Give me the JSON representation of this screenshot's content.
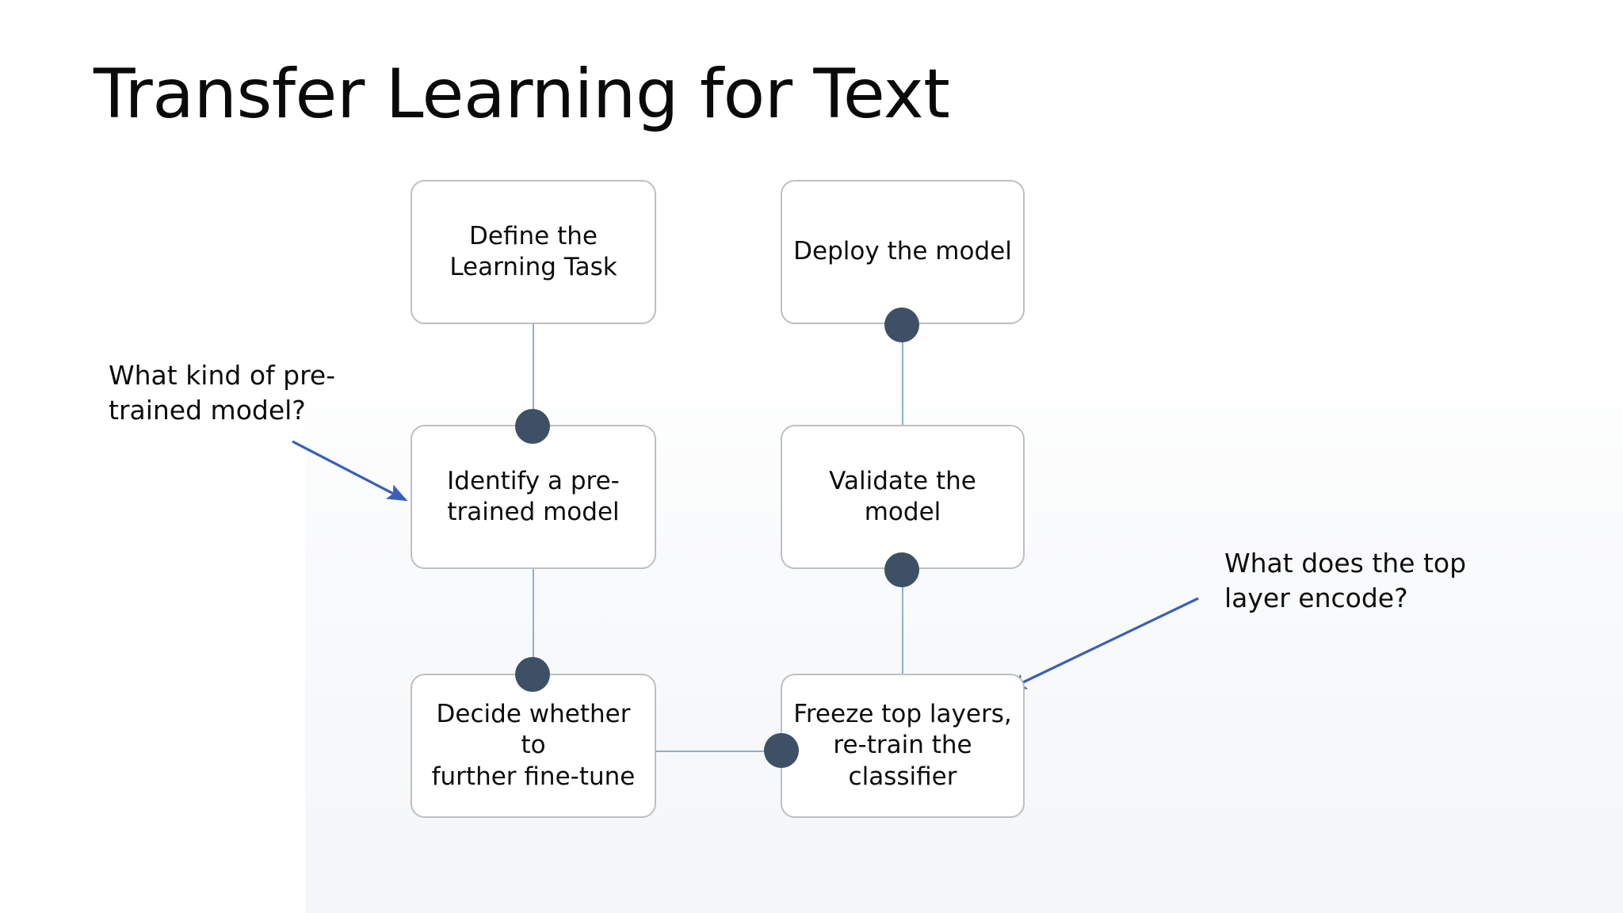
{
  "slide": {
    "title": "Transfer Learning for Text",
    "background_color": "#ffffff"
  },
  "theme": {
    "node_border_color": "#bfbfbf",
    "node_fill_color": "#ffffff",
    "connector_color": "#8bb0cf",
    "dot_color": "#3e5065",
    "arrow_color": "#3a5fb5",
    "text_color": "#0d0d0d"
  },
  "flowchart": {
    "nodes": [
      {
        "id": "define",
        "label": "Define the\nLearning Task",
        "column": "left",
        "row": 1
      },
      {
        "id": "identify",
        "label": "Identify a pre-\ntrained model",
        "column": "left",
        "row": 2
      },
      {
        "id": "decide",
        "label": "Decide whether to\nfurther fine-tune",
        "column": "left",
        "row": 3
      },
      {
        "id": "deploy",
        "label": "Deploy the model",
        "column": "right",
        "row": 1
      },
      {
        "id": "validate",
        "label": "Validate the model",
        "column": "right",
        "row": 2
      },
      {
        "id": "freeze",
        "label": "Freeze top layers,\nre-train the\nclassifier",
        "column": "right",
        "row": 3
      }
    ],
    "connectors": [
      {
        "from": "define",
        "to": "identify",
        "orientation": "vertical"
      },
      {
        "from": "identify",
        "to": "decide",
        "orientation": "vertical"
      },
      {
        "from": "decide",
        "to": "freeze",
        "orientation": "horizontal"
      },
      {
        "from": "freeze",
        "to": "validate",
        "orientation": "vertical"
      },
      {
        "from": "validate",
        "to": "deploy",
        "orientation": "vertical"
      }
    ]
  },
  "annotations": [
    {
      "id": "pretrained-question",
      "text": "What kind of pre-\ntrained model?",
      "points_to": "identify"
    },
    {
      "id": "toplayer-question",
      "text": "What does the top\nlayer encode?",
      "points_to": "freeze"
    }
  ]
}
